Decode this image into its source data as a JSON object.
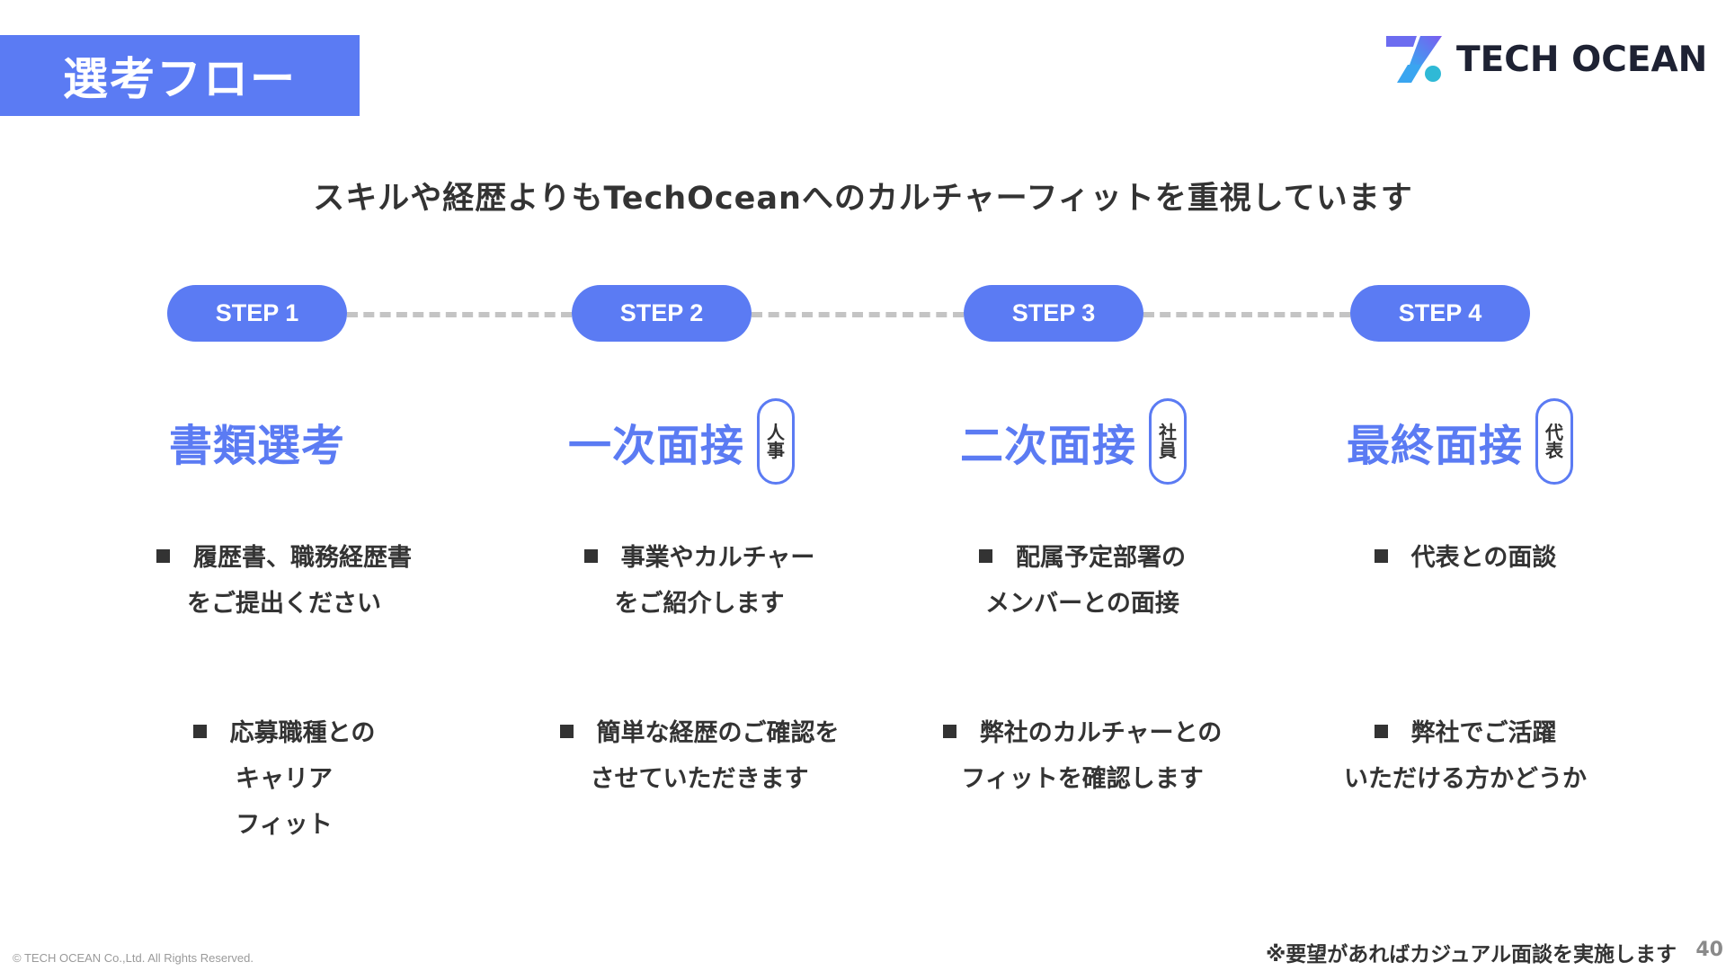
{
  "header": {
    "title": "選考フロー",
    "logo_text": "TECH OCEAN",
    "subtitle": "スキルや経歴よりもTechOceanへのカルチャーフィットを重視しています"
  },
  "steps": [
    {
      "label": "STEP 1",
      "heading": "書類選考",
      "badge": "",
      "bullets": [
        [
          "履歴書、職務経歴書",
          "をご提出ください"
        ],
        [
          "応募職種との",
          "キャリア",
          "フィット"
        ]
      ]
    },
    {
      "label": "STEP 2",
      "heading": "一次面接",
      "badge": "人事",
      "bullets": [
        [
          "事業やカルチャー",
          "をご紹介します"
        ],
        [
          "簡単な経歴のご確認を",
          "させていただきます"
        ]
      ]
    },
    {
      "label": "STEP 3",
      "heading": "二次面接",
      "badge": "社員",
      "bullets": [
        [
          "配属予定部署の",
          "メンバーとの面接"
        ],
        [
          "弊社のカルチャーとの",
          "フィットを確認します"
        ]
      ]
    },
    {
      "label": "STEP 4",
      "heading": "最終面接",
      "badge": "代表",
      "bullets": [
        [
          "代表との面談"
        ],
        [
          "弊社でご活躍",
          "いただける方かどうか"
        ]
      ]
    }
  ],
  "footer": {
    "note": "※要望があればカジュアル面談を実施します",
    "page_number": "40",
    "copyright": "© TECH OCEAN Co.,Ltd. All Rights Reserved."
  },
  "colors": {
    "accent": "#5b7bf3",
    "dash": "#c4c4c4",
    "text": "#333333"
  }
}
